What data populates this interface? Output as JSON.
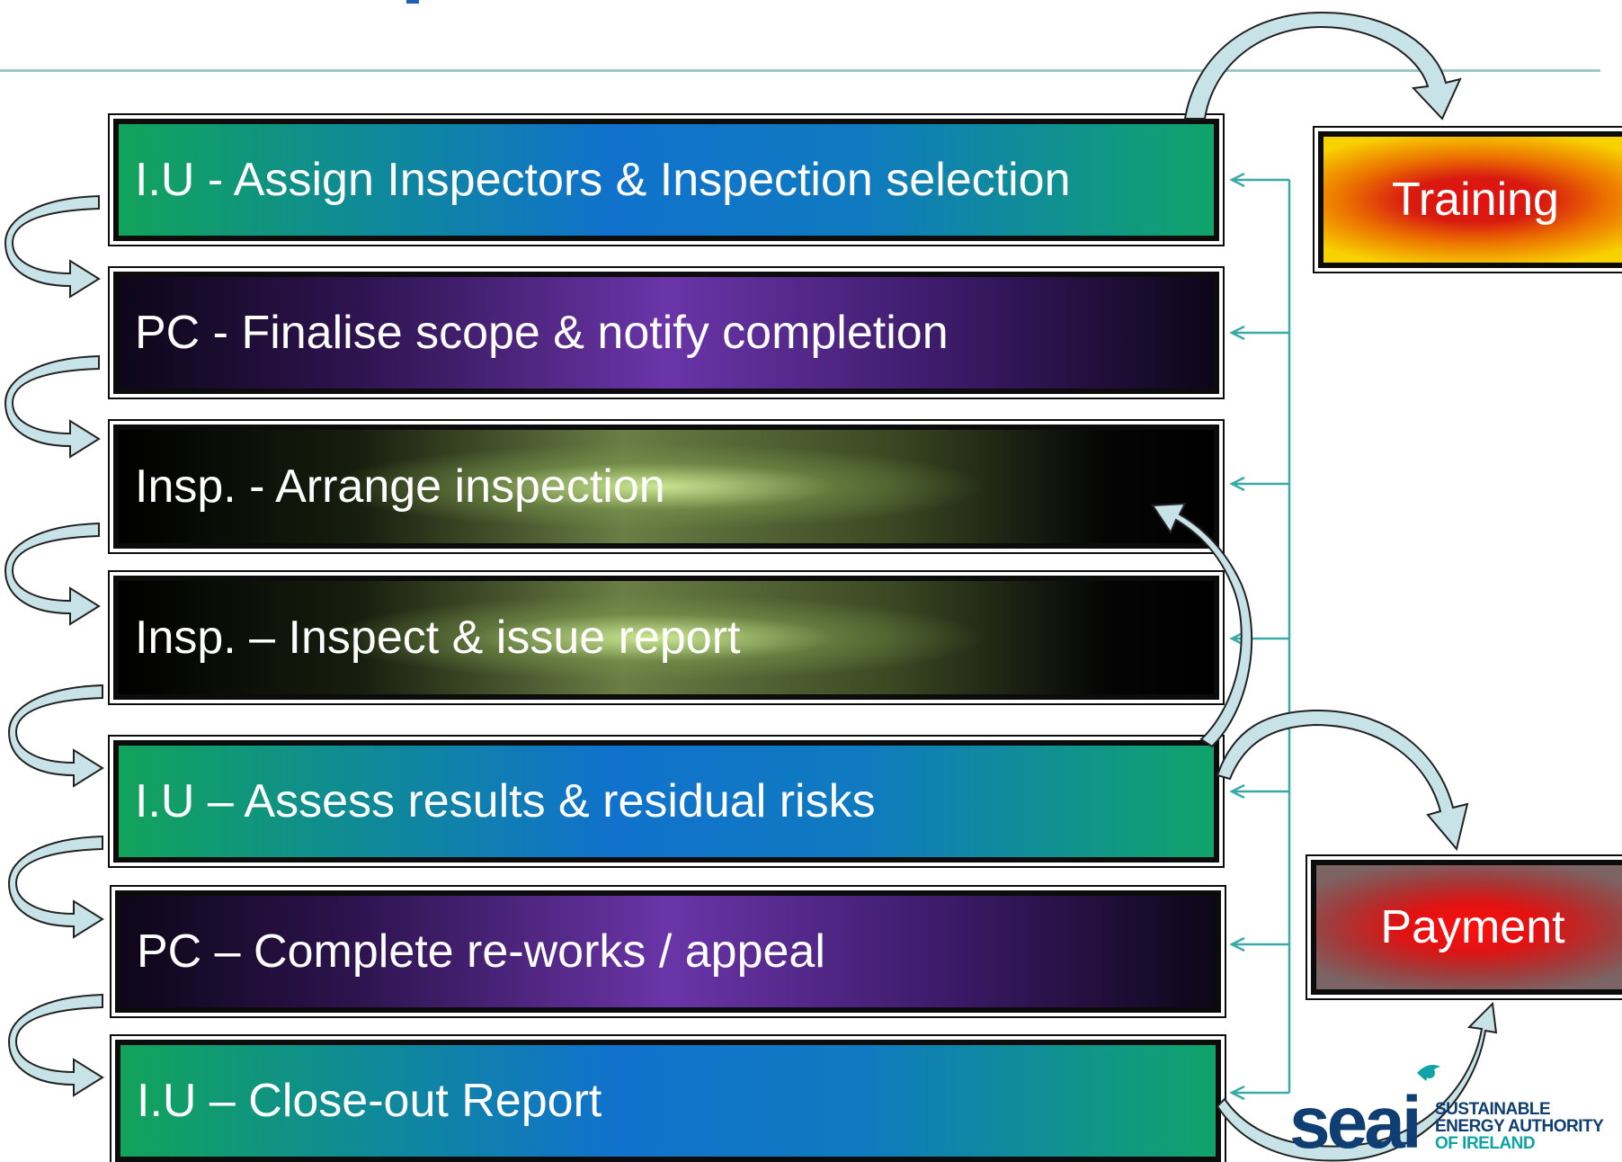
{
  "steps": [
    {
      "label": "I.U - Assign Inspectors & Inspection selection",
      "style": "green"
    },
    {
      "label": "PC - Finalise scope & notify completion",
      "style": "purple"
    },
    {
      "label": "Insp. - Arrange inspection",
      "style": "olive"
    },
    {
      "label": "Insp. – Inspect & issue report",
      "style": "olive"
    },
    {
      "label": "I.U – Assess results & residual risks",
      "style": "green"
    },
    {
      "label": "PC – Complete re-works / appeal",
      "style": "purple"
    },
    {
      "label": "I.U – Close-out Report",
      "style": "green"
    }
  ],
  "side_boxes": {
    "training": "Training",
    "payment": "Payment"
  },
  "logo": {
    "wordmark": "seai",
    "line1": "SUSTAINABLE",
    "line2": "ENERGY AUTHORITY",
    "line3": "OF IRELAND"
  },
  "colors": {
    "connector": "#3aaaa9",
    "arrow_fill": "#c7e3e8",
    "logo_blue": "#0f3e73",
    "logo_teal": "#0fa3a7"
  }
}
